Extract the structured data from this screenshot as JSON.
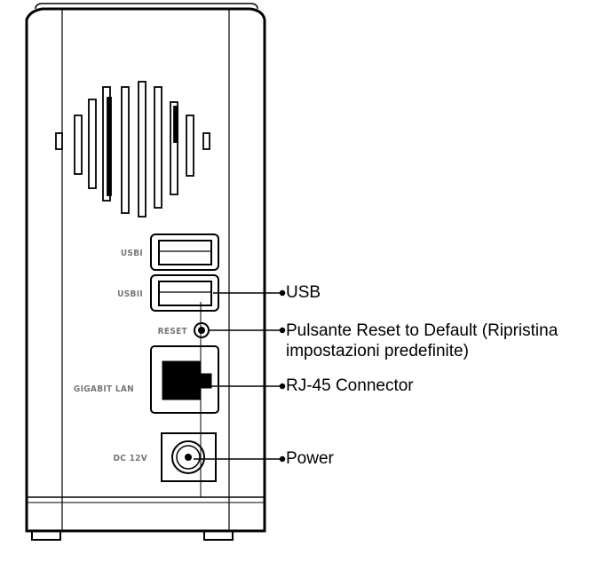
{
  "device": {
    "port_labels": {
      "usb1": "USBI",
      "usb2": "USBII",
      "reset": "RESET",
      "lan": "GIGABIT LAN",
      "power": "DC 12V"
    }
  },
  "callouts": {
    "usb": "USB",
    "reset_line1": "Pulsante Reset to Default (Ripristina",
    "reset_line2": "impostazioni predefinite)",
    "rj45": "RJ-45 Connector",
    "power": "Power"
  },
  "colors": {
    "outline": "#000000",
    "label_gray": "#777777",
    "background": "#ffffff"
  }
}
